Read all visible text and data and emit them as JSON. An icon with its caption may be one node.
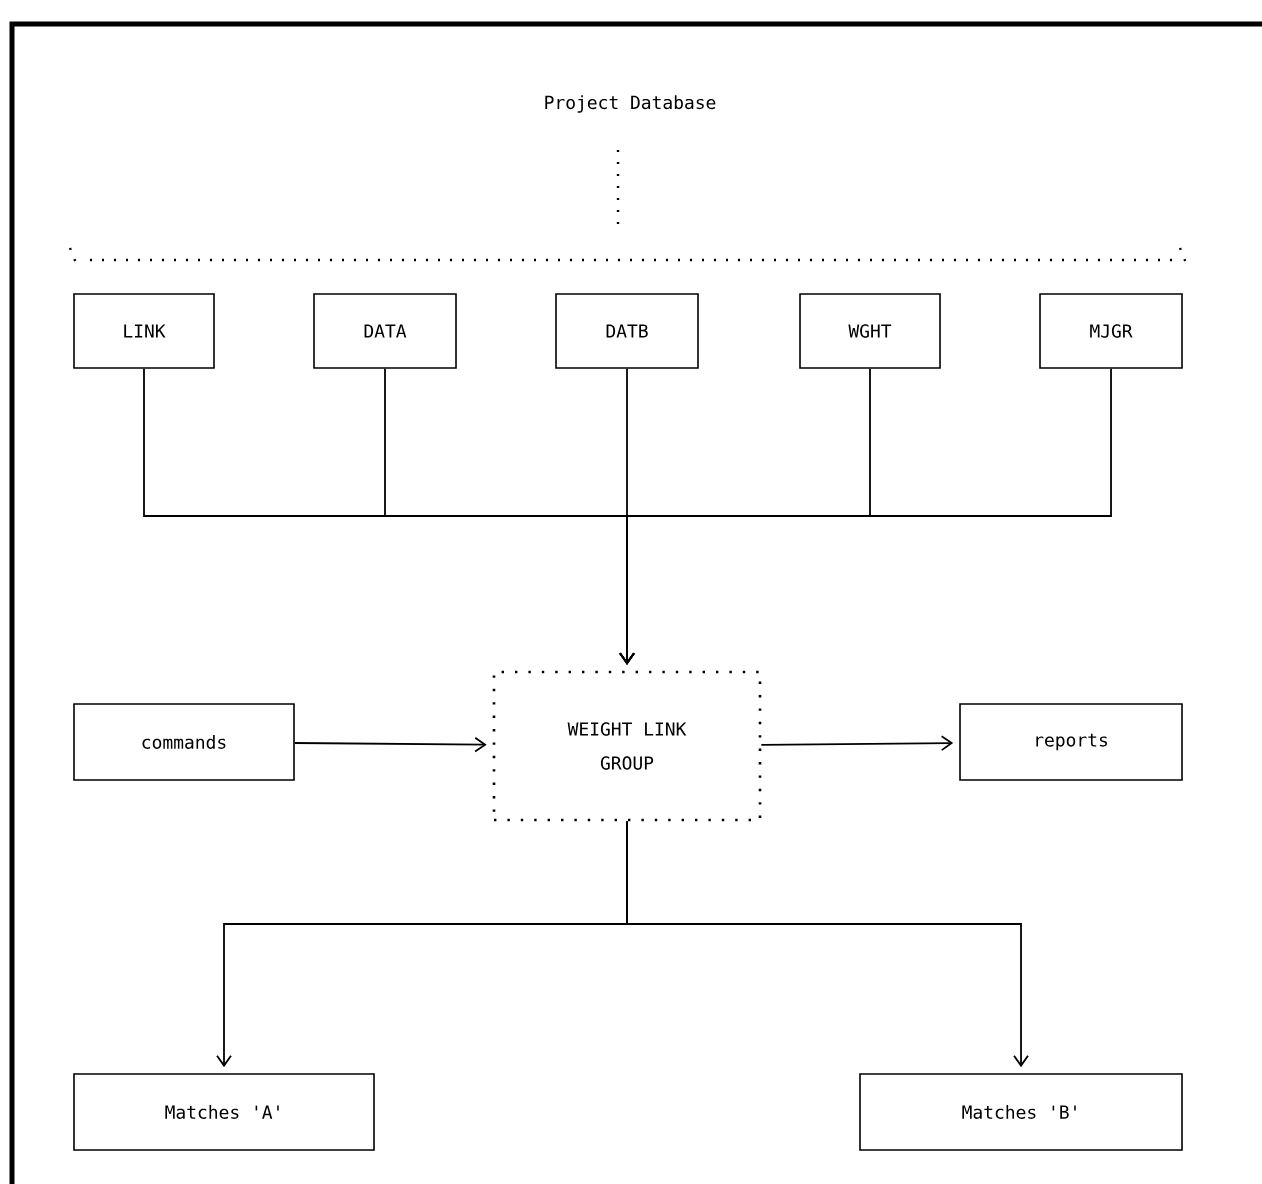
{
  "diagram": {
    "nodes": [
      {
        "text": [
          "LINK"
        ]
      },
      {
        "text": [
          "DATA"
        ]
      },
      {
        "text": [
          "DATB"
        ]
      },
      {
        "text": [
          "WGHT"
        ]
      },
      {
        "text": [
          "MJGR"
        ]
      },
      {
        "text": [
          "WEIGHT LINK GROUP"
        ]
      },
      {
        "text": [
          "commands"
        ]
      },
      {
        "text": [
          "reports"
        ]
      },
      {
        "text": [
          "Matches 'A'"
        ]
      },
      {
        "text": [
          "Matches 'B'"
        ]
      }
    ],
    "edges": [
      {
        "from": 0,
        "to": 5,
        "arrow": "to"
      },
      {
        "from": 1,
        "to": 5,
        "arrow": "to"
      },
      {
        "from": 2,
        "to": 5,
        "arrow": "to"
      },
      {
        "from": 3,
        "to": 5,
        "arrow": "to"
      },
      {
        "from": 4,
        "to": 5,
        "arrow": "to"
      },
      {
        "from": 6,
        "to": 5,
        "arrow": "to"
      },
      {
        "from": 5,
        "to": 7,
        "arrow": "to"
      },
      {
        "from": 5,
        "to": 8,
        "arrow": "to"
      },
      {
        "from": 5,
        "to": 9,
        "arrow": "to"
      }
    ],
    "labels": [
      "Project Database"
    ]
  }
}
